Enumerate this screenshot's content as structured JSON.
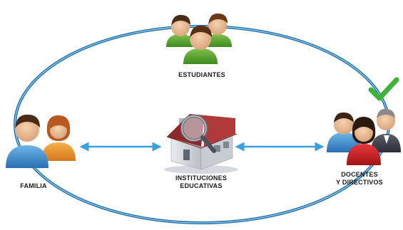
{
  "nodes": {
    "students": {
      "label": "ESTUDIANTES",
      "icon": "students-group-icon"
    },
    "family": {
      "label": "FAMILIA",
      "icon": "family-couple-icon"
    },
    "institutions": {
      "label_line1": "INSTITUCIONES",
      "label_line2": "EDUCATIVAS",
      "icon": "school-house-magnifier-icon"
    },
    "teachers": {
      "label_line1": "DOCENTES",
      "label_line2": "Y DIRECTIVOS",
      "icon": "teachers-group-icon"
    },
    "check": {
      "icon": "green-check-icon"
    }
  },
  "colors": {
    "ring_dark": "#1f6fa8",
    "ring_light": "#8cc8ee",
    "arrow": "#3aa0dc",
    "check": "#3cb43a",
    "roof": "#b03a3a"
  }
}
